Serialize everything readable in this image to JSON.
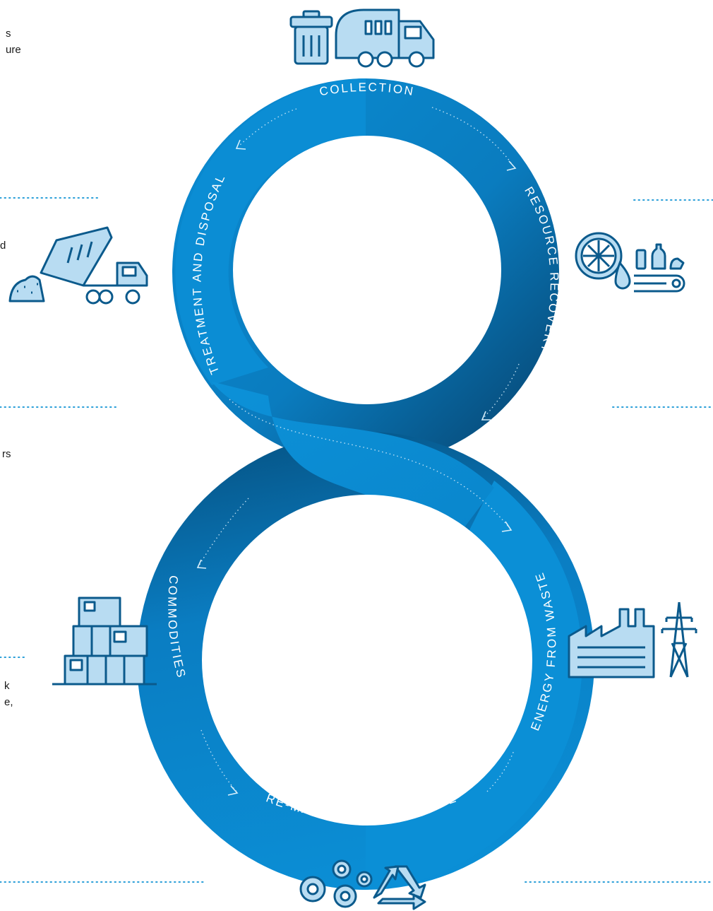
{
  "colors": {
    "primary_blue": "#0a8fd6",
    "dark_blue": "#0a5f96",
    "deep_blue": "#064f7e",
    "icon_fill": "#b8dcf2",
    "icon_stroke": "#0b5a8c",
    "dot_line": "#2a9fd8",
    "background": "#ffffff"
  },
  "stages": {
    "collection": "COLLECTION",
    "resource_recovery": "RESOURCE RECOVERY",
    "energy_from_waste": "ENERGY FROM WASTE",
    "remanufacture": "RE-MANUFACTURE/RE-USE",
    "commodities": "COMMODITIES",
    "treatment_disposal": "TREATMENT AND DISPOSAL"
  },
  "side_text": {
    "top_left": "s\nure",
    "mid_left": "d",
    "lower_left": "rs",
    "bottom_left": "k\ne,"
  },
  "icons": {
    "collection": [
      "trash-bin-icon",
      "garbage-truck-icon"
    ],
    "resource_recovery": [
      "sorting-wheel-icon",
      "conveyor-bottles-icon"
    ],
    "energy_from_waste": [
      "factory-icon",
      "power-pylon-icon"
    ],
    "remanufacture": [
      "gears-icon",
      "recycle-icon"
    ],
    "commodities": [
      "stacked-crates-icon"
    ],
    "treatment_disposal": [
      "dump-truck-icon"
    ]
  }
}
